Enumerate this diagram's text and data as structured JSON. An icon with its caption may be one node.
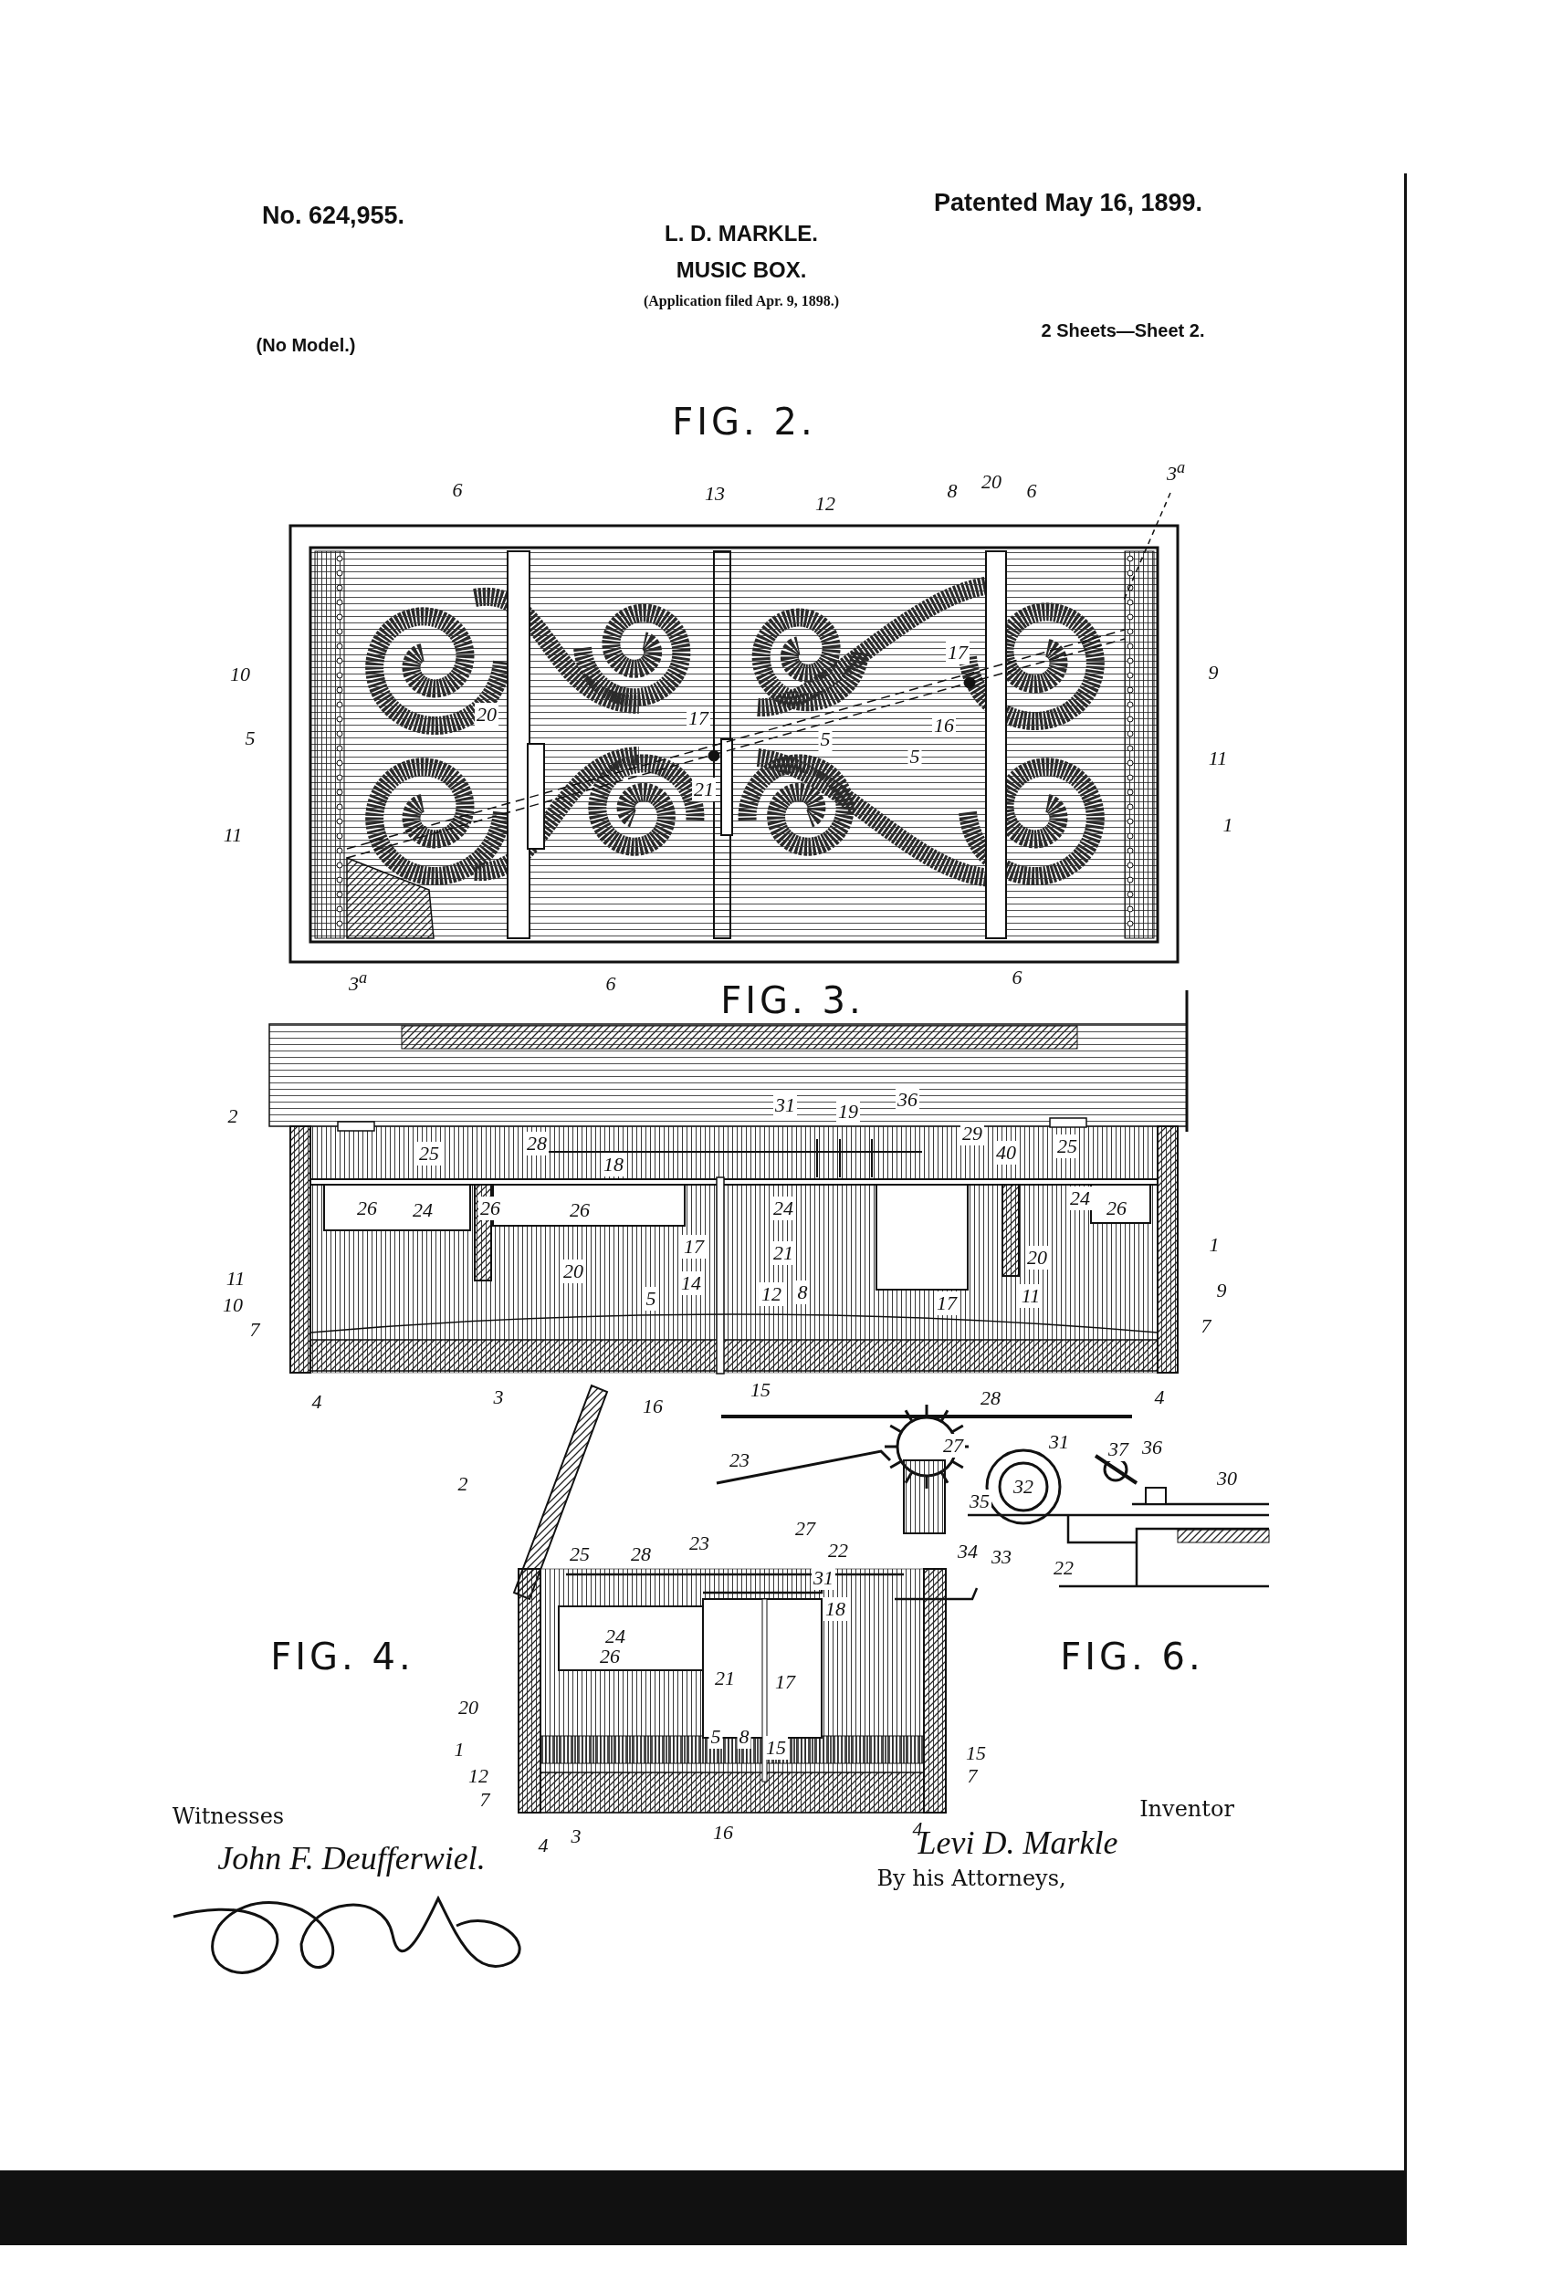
{
  "diagram": {
    "title": "MUSIC BOX.",
    "labels": [
      "No. 624,955.",
      "Patented May 16, 1899.",
      "L. D. MARKLE.",
      "(Application filed Apr. 9, 1898.)",
      "(No Model.)",
      "2 Sheets—Sheet 2.",
      "FIG. 2.",
      "6",
      "13",
      "12",
      "8",
      "20",
      "6",
      "3$^{a}$",
      "10",
      "9",
      "17",
      "20",
      "16",
      "5",
      "17",
      "5",
      "5",
      "11",
      "21",
      "1",
      "11",
      "3$^{a}$",
      "6",
      "6",
      "FIG. 3.",
      "2",
      "31",
      "19",
      "36",
      "25",
      "28",
      "18",
      "29",
      "40",
      "25",
      "26",
      "24",
      "26",
      "26",
      "24",
      "24",
      "26",
      "17",
      "21",
      "20",
      "20",
      "1",
      "11",
      "10",
      "7",
      "9",
      "7",
      "14",
      "12",
      "8",
      "5",
      "17",
      "11",
      "4",
      "3",
      "16",
      "15",
      "28",
      "4",
      "23",
      "27",
      "31",
      "37",
      "36",
      "30",
      "32",
      "35",
      "34",
      "33",
      "22",
      "2",
      "25",
      "28",
      "23",
      "27",
      "22",
      "31",
      "18",
      "24",
      "26",
      "21",
      "17",
      "20",
      "1",
      "5",
      "8",
      "15",
      "15",
      "12",
      "7",
      "7",
      "4",
      "3",
      "16",
      "4",
      "FIG. 4.",
      "FIG. 6.",
      "Witnesses",
      "John F. Deufferwiel.",
      "Inventor",
      "Levi D. Markle",
      "By his Attorneys,"
    ]
  }
}
